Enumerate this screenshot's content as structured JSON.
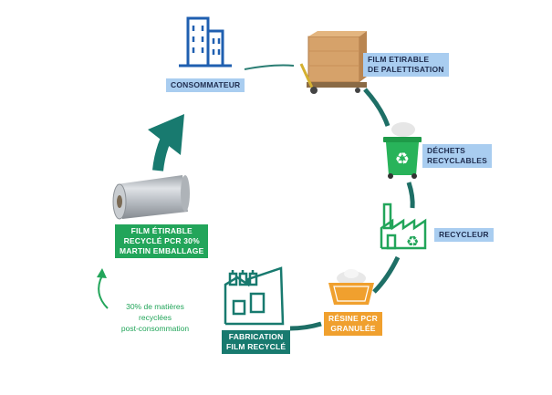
{
  "labels": {
    "consommateur": "CONSOMMATEUR",
    "film_palettisation": [
      "FILM ETIRABLE",
      "DE PALETTISATION"
    ],
    "dechets": [
      "DÉCHETS",
      "RECYCLABLES"
    ],
    "recycleur": "RECYCLEUR",
    "resine": [
      "RÉSINE PCR",
      "GRANULÉE"
    ],
    "fabrication": [
      "FABRICATION",
      "FILM RECYCLÉ"
    ],
    "film_recycle": [
      "FILM ÉTIRABLE",
      "RECYCLÉ PCR 30%",
      "MARTIN EMBALLAGE"
    ]
  },
  "note": [
    "30% de matières",
    "recyclées",
    "post-consommation"
  ],
  "colors": {
    "blue_icon": "#1f5fb0",
    "blue_label": "#a9cdf0",
    "green": "#22a55a",
    "teal": "#187a6f",
    "orange": "#f0a02e",
    "circle": "#1e6f66"
  },
  "icons": [
    "building-icon",
    "pallet-truck-icon",
    "recycling-bin-icon",
    "factory-recycle-icon",
    "resin-tray-icon",
    "factory-icon",
    "film-roll-icon",
    "cycle-arrow-icon",
    "small-arrow-icon"
  ]
}
